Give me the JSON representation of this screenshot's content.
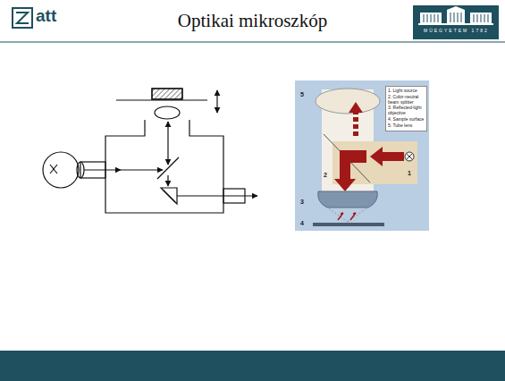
{
  "diagram": {
    "title": "Optikai mikroszkóp",
    "nodes": [
      {
        "text": [
          "1. Light source",
          "2. Color-neutral beam splitter",
          "3. Reflected-light objective",
          "4. Sample surface",
          "5. Tube lens"
        ]
      }
    ],
    "labels": [
      "att",
      "MŰEGYETEM 1782",
      "5",
      "2",
      "1",
      "3",
      "4"
    ]
  }
}
